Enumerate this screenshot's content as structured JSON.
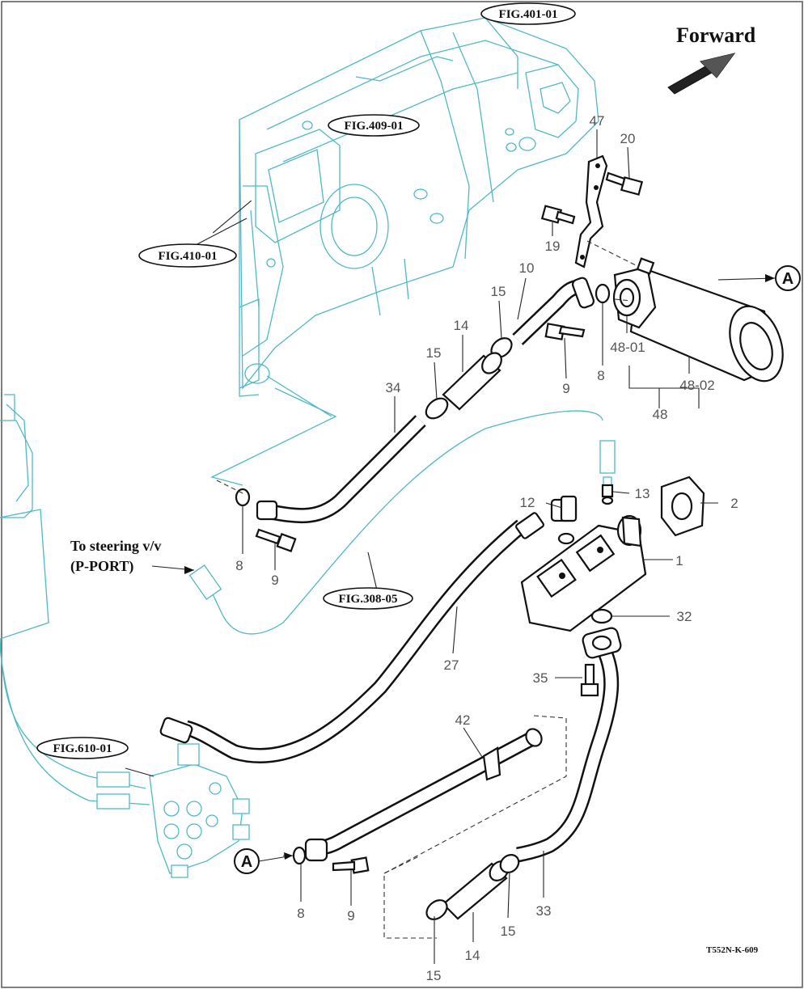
{
  "figure_refs": {
    "fig_401": "FIG.401-01",
    "fig_409": "FIG.409-01",
    "fig_410": "FIG.410-01",
    "fig_308": "FIG.308-05",
    "fig_610": "FIG.610-01"
  },
  "direction_label": "Forward",
  "steering_note": {
    "line1": "To steering v/v",
    "line2": "(P-PORT)"
  },
  "connector_marker": "A",
  "drawing_code": "T552N-K-609",
  "callouts": {
    "c1": "1",
    "c2": "2",
    "c8a": "8",
    "c8b": "8",
    "c8c": "8",
    "c9a": "9",
    "c9b": "9",
    "c9c": "9",
    "c10": "10",
    "c12": "12",
    "c13": "13",
    "c14a": "14",
    "c14b": "14",
    "c15a": "15",
    "c15b": "15",
    "c15c": "15",
    "c15d": "15",
    "c19": "19",
    "c20": "20",
    "c27": "27",
    "c32": "32",
    "c33": "33",
    "c34": "34",
    "c35": "35",
    "c42": "42",
    "c47": "47",
    "c48": "48",
    "c48_01": "48-01",
    "c48_02": "48-02"
  },
  "colors": {
    "linework": "#111111",
    "reference_linework": "#4fb8c8",
    "callout_text": "#555555"
  }
}
